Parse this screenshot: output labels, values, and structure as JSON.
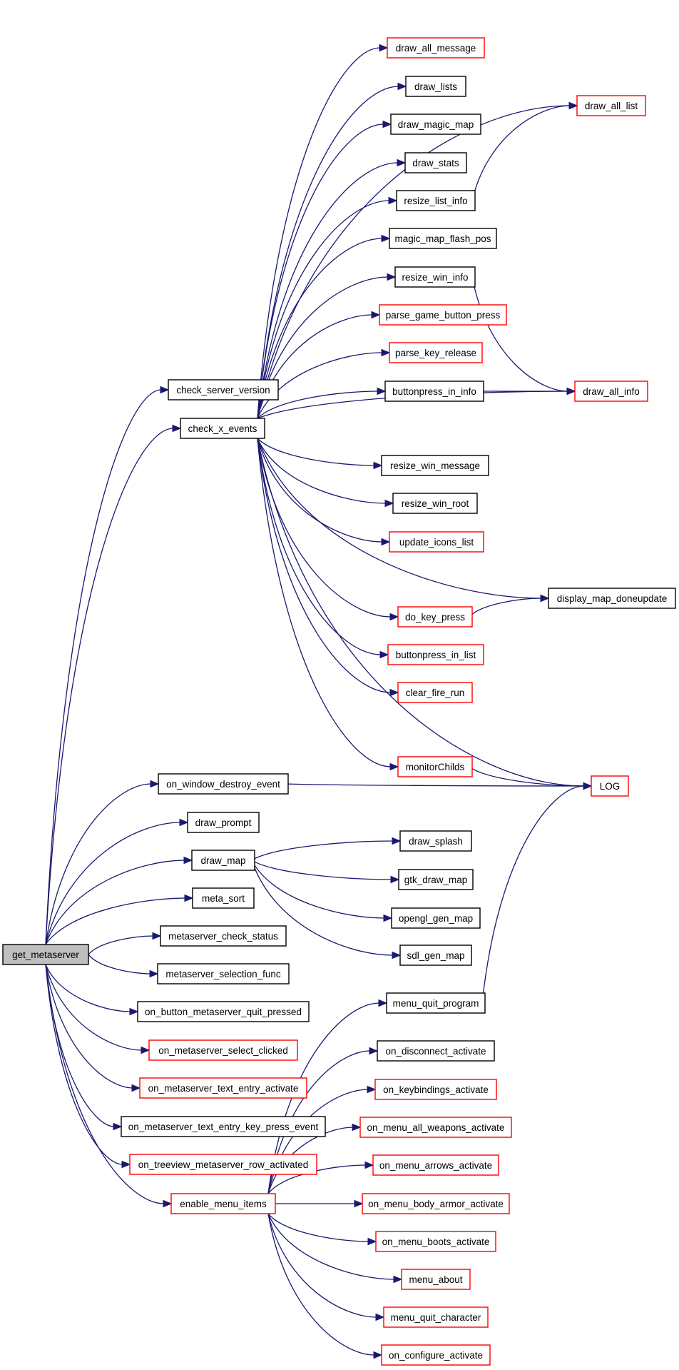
{
  "graph": {
    "colors": {
      "edge": "#191970",
      "root_fill": "#bfbfbf",
      "red_border": "#ff0000",
      "black_border": "#000000"
    },
    "nodes": [
      {
        "id": "get_metaserver",
        "label": "get_metaserver",
        "style": "root"
      },
      {
        "id": "check_server_version",
        "label": "check_server_version",
        "style": "black"
      },
      {
        "id": "check_x_events",
        "label": "check_x_events",
        "style": "black"
      },
      {
        "id": "draw_all_message",
        "label": "draw_all_message",
        "style": "red"
      },
      {
        "id": "draw_lists",
        "label": "draw_lists",
        "style": "black"
      },
      {
        "id": "draw_magic_map",
        "label": "draw_magic_map",
        "style": "black"
      },
      {
        "id": "draw_stats",
        "label": "draw_stats",
        "style": "black"
      },
      {
        "id": "resize_list_info",
        "label": "resize_list_info",
        "style": "black"
      },
      {
        "id": "magic_map_flash_pos",
        "label": "magic_map_flash_pos",
        "style": "black"
      },
      {
        "id": "resize_win_info",
        "label": "resize_win_info",
        "style": "black"
      },
      {
        "id": "parse_game_button_press",
        "label": "parse_game_button_press",
        "style": "red"
      },
      {
        "id": "parse_key_release",
        "label": "parse_key_release",
        "style": "red"
      },
      {
        "id": "buttonpress_in_info",
        "label": "buttonpress_in_info",
        "style": "black"
      },
      {
        "id": "resize_win_message",
        "label": "resize_win_message",
        "style": "black"
      },
      {
        "id": "resize_win_root",
        "label": "resize_win_root",
        "style": "black"
      },
      {
        "id": "update_icons_list",
        "label": "update_icons_list",
        "style": "red"
      },
      {
        "id": "do_key_press",
        "label": "do_key_press",
        "style": "red"
      },
      {
        "id": "buttonpress_in_list",
        "label": "buttonpress_in_list",
        "style": "red"
      },
      {
        "id": "clear_fire_run",
        "label": "clear_fire_run",
        "style": "red"
      },
      {
        "id": "monitorChilds",
        "label": "monitorChilds",
        "style": "red"
      },
      {
        "id": "draw_all_list",
        "label": "draw_all_list",
        "style": "red"
      },
      {
        "id": "draw_all_info",
        "label": "draw_all_info",
        "style": "red"
      },
      {
        "id": "display_map_doneupdate",
        "label": "display_map_doneupdate",
        "style": "black"
      },
      {
        "id": "LOG",
        "label": "LOG",
        "style": "red"
      },
      {
        "id": "on_window_destroy_event",
        "label": "on_window_destroy_event",
        "style": "black"
      },
      {
        "id": "draw_prompt",
        "label": "draw_prompt",
        "style": "black"
      },
      {
        "id": "draw_map",
        "label": "draw_map",
        "style": "black"
      },
      {
        "id": "draw_splash",
        "label": "draw_splash",
        "style": "black"
      },
      {
        "id": "gtk_draw_map",
        "label": "gtk_draw_map",
        "style": "black"
      },
      {
        "id": "opengl_gen_map",
        "label": "opengl_gen_map",
        "style": "black"
      },
      {
        "id": "sdl_gen_map",
        "label": "sdl_gen_map",
        "style": "black"
      },
      {
        "id": "meta_sort",
        "label": "meta_sort",
        "style": "black"
      },
      {
        "id": "metaserver_check_status",
        "label": "metaserver_check_status",
        "style": "black"
      },
      {
        "id": "metaserver_selection_func",
        "label": "metaserver_selection_func",
        "style": "black"
      },
      {
        "id": "on_button_metaserver_quit_pressed",
        "label": "on_button_metaserver_quit_pressed",
        "style": "black"
      },
      {
        "id": "on_metaserver_select_clicked",
        "label": "on_metaserver_select_clicked",
        "style": "red"
      },
      {
        "id": "on_metaserver_text_entry_activate",
        "label": "on_metaserver_text_entry_activate",
        "style": "red"
      },
      {
        "id": "on_metaserver_text_entry_key_press_event",
        "label": "on_metaserver_text_entry_key_press_event",
        "style": "black"
      },
      {
        "id": "on_treeview_metaserver_row_activated",
        "label": "on_treeview_metaserver_row_activated",
        "style": "red"
      },
      {
        "id": "enable_menu_items",
        "label": "enable_menu_items",
        "style": "red"
      },
      {
        "id": "menu_quit_program",
        "label": "menu_quit_program",
        "style": "black"
      },
      {
        "id": "on_disconnect_activate",
        "label": "on_disconnect_activate",
        "style": "black"
      },
      {
        "id": "on_keybindings_activate",
        "label": "on_keybindings_activate",
        "style": "red"
      },
      {
        "id": "on_menu_all_weapons_activate",
        "label": "on_menu_all_weapons_activate",
        "style": "red"
      },
      {
        "id": "on_menu_arrows_activate",
        "label": "on_menu_arrows_activate",
        "style": "red"
      },
      {
        "id": "on_menu_body_armor_activate",
        "label": "on_menu_body_armor_activate",
        "style": "red"
      },
      {
        "id": "on_menu_boots_activate",
        "label": "on_menu_boots_activate",
        "style": "red"
      },
      {
        "id": "menu_about",
        "label": "menu_about",
        "style": "red"
      },
      {
        "id": "menu_quit_character",
        "label": "menu_quit_character",
        "style": "red"
      },
      {
        "id": "on_configure_activate",
        "label": "on_configure_activate",
        "style": "red"
      }
    ],
    "edges": [
      [
        "get_metaserver",
        "check_server_version"
      ],
      [
        "get_metaserver",
        "check_x_events"
      ],
      [
        "get_metaserver",
        "on_window_destroy_event"
      ],
      [
        "get_metaserver",
        "draw_prompt"
      ],
      [
        "get_metaserver",
        "draw_map"
      ],
      [
        "get_metaserver",
        "meta_sort"
      ],
      [
        "get_metaserver",
        "metaserver_check_status"
      ],
      [
        "get_metaserver",
        "metaserver_selection_func"
      ],
      [
        "get_metaserver",
        "on_button_metaserver_quit_pressed"
      ],
      [
        "get_metaserver",
        "on_metaserver_select_clicked"
      ],
      [
        "get_metaserver",
        "on_metaserver_text_entry_activate"
      ],
      [
        "get_metaserver",
        "on_metaserver_text_entry_key_press_event"
      ],
      [
        "get_metaserver",
        "on_treeview_metaserver_row_activated"
      ],
      [
        "get_metaserver",
        "enable_menu_items"
      ],
      [
        "check_x_events",
        "draw_all_message"
      ],
      [
        "check_x_events",
        "draw_lists"
      ],
      [
        "check_x_events",
        "draw_magic_map"
      ],
      [
        "check_x_events",
        "draw_stats"
      ],
      [
        "check_x_events",
        "resize_list_info"
      ],
      [
        "check_x_events",
        "magic_map_flash_pos"
      ],
      [
        "check_x_events",
        "resize_win_info"
      ],
      [
        "check_x_events",
        "parse_game_button_press"
      ],
      [
        "check_x_events",
        "parse_key_release"
      ],
      [
        "check_x_events",
        "buttonpress_in_info"
      ],
      [
        "check_x_events",
        "draw_all_list"
      ],
      [
        "check_x_events",
        "draw_all_info"
      ],
      [
        "check_x_events",
        "resize_win_message"
      ],
      [
        "check_x_events",
        "resize_win_root"
      ],
      [
        "check_x_events",
        "update_icons_list"
      ],
      [
        "check_x_events",
        "display_map_doneupdate"
      ],
      [
        "check_x_events",
        "do_key_press"
      ],
      [
        "check_x_events",
        "buttonpress_in_list"
      ],
      [
        "check_x_events",
        "clear_fire_run"
      ],
      [
        "check_x_events",
        "LOG"
      ],
      [
        "check_x_events",
        "monitorChilds"
      ],
      [
        "resize_list_info",
        "draw_all_list"
      ],
      [
        "resize_win_info",
        "draw_all_info"
      ],
      [
        "buttonpress_in_info",
        "draw_all_info"
      ],
      [
        "do_key_press",
        "display_map_doneupdate"
      ],
      [
        "monitorChilds",
        "LOG"
      ],
      [
        "on_window_destroy_event",
        "LOG"
      ],
      [
        "draw_map",
        "draw_splash"
      ],
      [
        "draw_map",
        "gtk_draw_map"
      ],
      [
        "draw_map",
        "opengl_gen_map"
      ],
      [
        "draw_map",
        "sdl_gen_map"
      ],
      [
        "menu_quit_program",
        "LOG"
      ],
      [
        "enable_menu_items",
        "menu_quit_program"
      ],
      [
        "enable_menu_items",
        "on_disconnect_activate"
      ],
      [
        "enable_menu_items",
        "on_keybindings_activate"
      ],
      [
        "enable_menu_items",
        "on_menu_all_weapons_activate"
      ],
      [
        "enable_menu_items",
        "on_menu_arrows_activate"
      ],
      [
        "enable_menu_items",
        "on_menu_body_armor_activate"
      ],
      [
        "enable_menu_items",
        "on_menu_boots_activate"
      ],
      [
        "enable_menu_items",
        "menu_about"
      ],
      [
        "enable_menu_items",
        "menu_quit_character"
      ],
      [
        "enable_menu_items",
        "on_configure_activate"
      ]
    ]
  }
}
